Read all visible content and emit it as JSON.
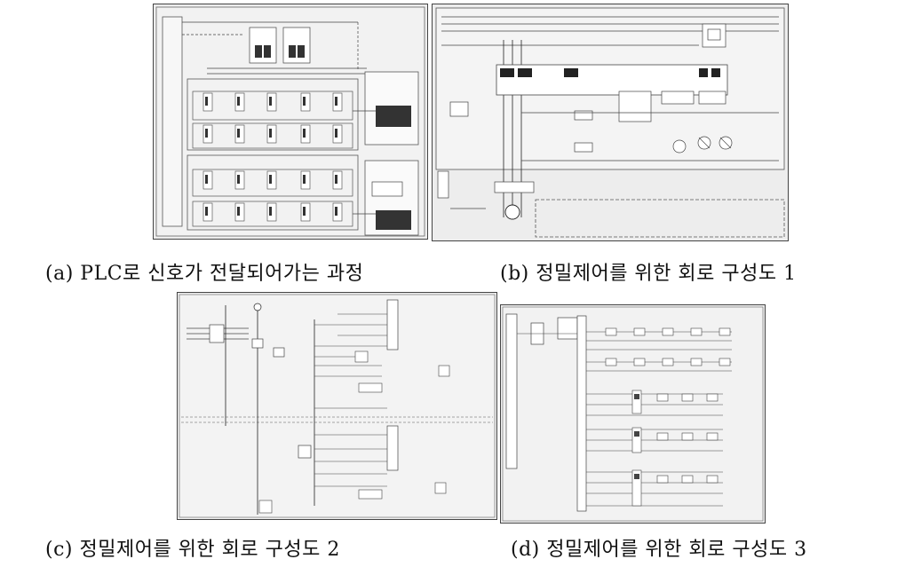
{
  "figure": {
    "panels": [
      {
        "id": "a",
        "caption": "(a) PLC로 신호가 전달되어가는 과정"
      },
      {
        "id": "b",
        "caption": "(b) 정밀제어를 위한 회로 구성도 1"
      },
      {
        "id": "c",
        "caption": "(c) 정밀제어를 위한 회로 구성도 2"
      },
      {
        "id": "d",
        "caption": "(d) 정밀제어를 위한 회로 구성도 3"
      }
    ]
  }
}
